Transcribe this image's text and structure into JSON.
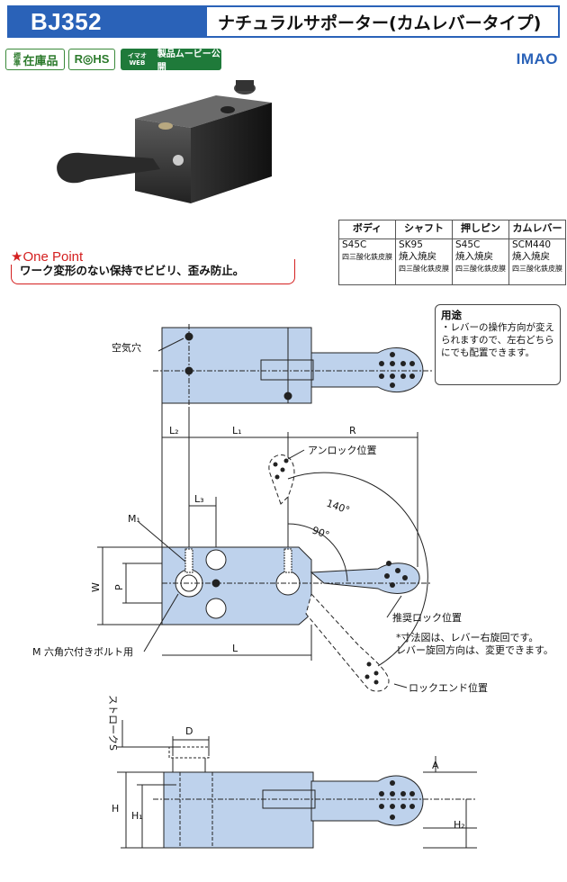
{
  "header": {
    "model": "BJ352",
    "title": "ナチュラルサポーター(カムレバータイプ)"
  },
  "badges": {
    "stock_small": "標準",
    "stock": "在庫品",
    "rohs": "R◎HS",
    "web_small": "イマオ WEB",
    "web": "製品ムービー公開"
  },
  "brand": "IMAO",
  "spec_table": {
    "headers": [
      "ボディ",
      "シャフト",
      "押しピン",
      "カムレバー"
    ],
    "cells": [
      {
        "material": "S45C",
        "lines": [],
        "treatment": "四三酸化鉄皮膜"
      },
      {
        "material": "SK95",
        "lines": [
          "焼入焼戻"
        ],
        "treatment": "四三酸化鉄皮膜"
      },
      {
        "material": "S45C",
        "lines": [
          "焼入焼戻"
        ],
        "treatment": "四三酸化鉄皮膜"
      },
      {
        "material": "SCM440",
        "lines": [
          "焼入焼戻"
        ],
        "treatment": "四三酸化鉄皮膜"
      }
    ]
  },
  "one_point": {
    "title": "★One Point",
    "text": "ワーク変形のない保持でビビリ、歪み防止。"
  },
  "usage": {
    "title": "用途",
    "text": "・レバーの操作方向が変えられますので、左右どちらにでも配置できます。"
  },
  "drawing": {
    "air_hole": "空気穴",
    "L2": "L₂",
    "L1": "L₁",
    "R": "R",
    "unlock": "アンロック位置",
    "angle140": "140°",
    "angle90": "90°",
    "L3": "L₃",
    "M1": "M₁",
    "W": "W",
    "P": "P",
    "recommended": "推奨ロック位置",
    "note1": "*寸法図は、レバー右旋回です。",
    "note2": "レバー旋回方向は、変更できます。",
    "M_bolt": "M 六角穴付きボルト用",
    "L": "L",
    "lock_end": "ロックエンド位置",
    "stroke": "ストロークS",
    "D": "D",
    "A": "A",
    "H": "H",
    "H1": "H₁",
    "H2": "H₂"
  },
  "colors": {
    "accent": "#2a62b8",
    "red": "#d42020",
    "part_fill": "#bed2ec",
    "green": "#2c7a2c"
  }
}
